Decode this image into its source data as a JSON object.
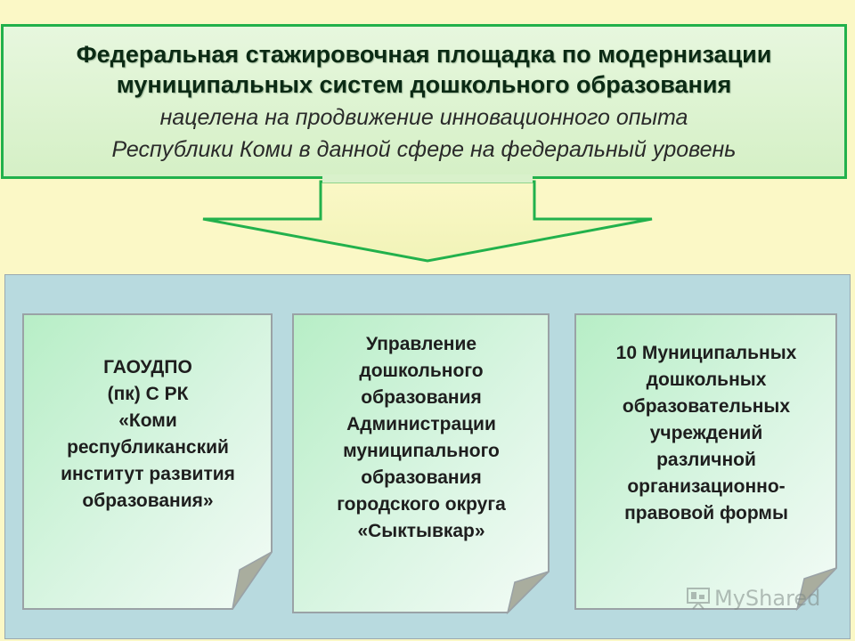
{
  "header": {
    "title_line1": "Федеральная стажировочная площадка по модернизации",
    "title_line2": "муниципальных систем дошкольного образования",
    "subtitle_line1": "нацелена на продвижение инновационного опыта",
    "subtitle_line2": "Республики Коми в данной сфере на федеральный уровень"
  },
  "cards": [
    {
      "lines": [
        "ГАОУДПО",
        "(пк) С РК",
        "«Коми",
        "республиканский",
        "институт развития",
        "образования»"
      ]
    },
    {
      "lines": [
        "Управление",
        "дошкольного",
        "образования",
        "Администрации",
        "муниципального",
        "образования",
        "городского округа",
        "«Сыктывкар»"
      ]
    },
    {
      "lines": [
        "10 Муниципальных",
        "дошкольных",
        "образовательных",
        "учреждений",
        "различной",
        "организационно-",
        "правовой формы"
      ]
    }
  ],
  "watermark": {
    "text": "MyShared",
    "icon": "presentation-board-icon"
  },
  "colors": {
    "background": "#fbf8c6",
    "header_border": "#22b14c",
    "panel": "#b8dadf",
    "card_border": "#9aa2a6",
    "card_fold": "#a9ad9e"
  }
}
